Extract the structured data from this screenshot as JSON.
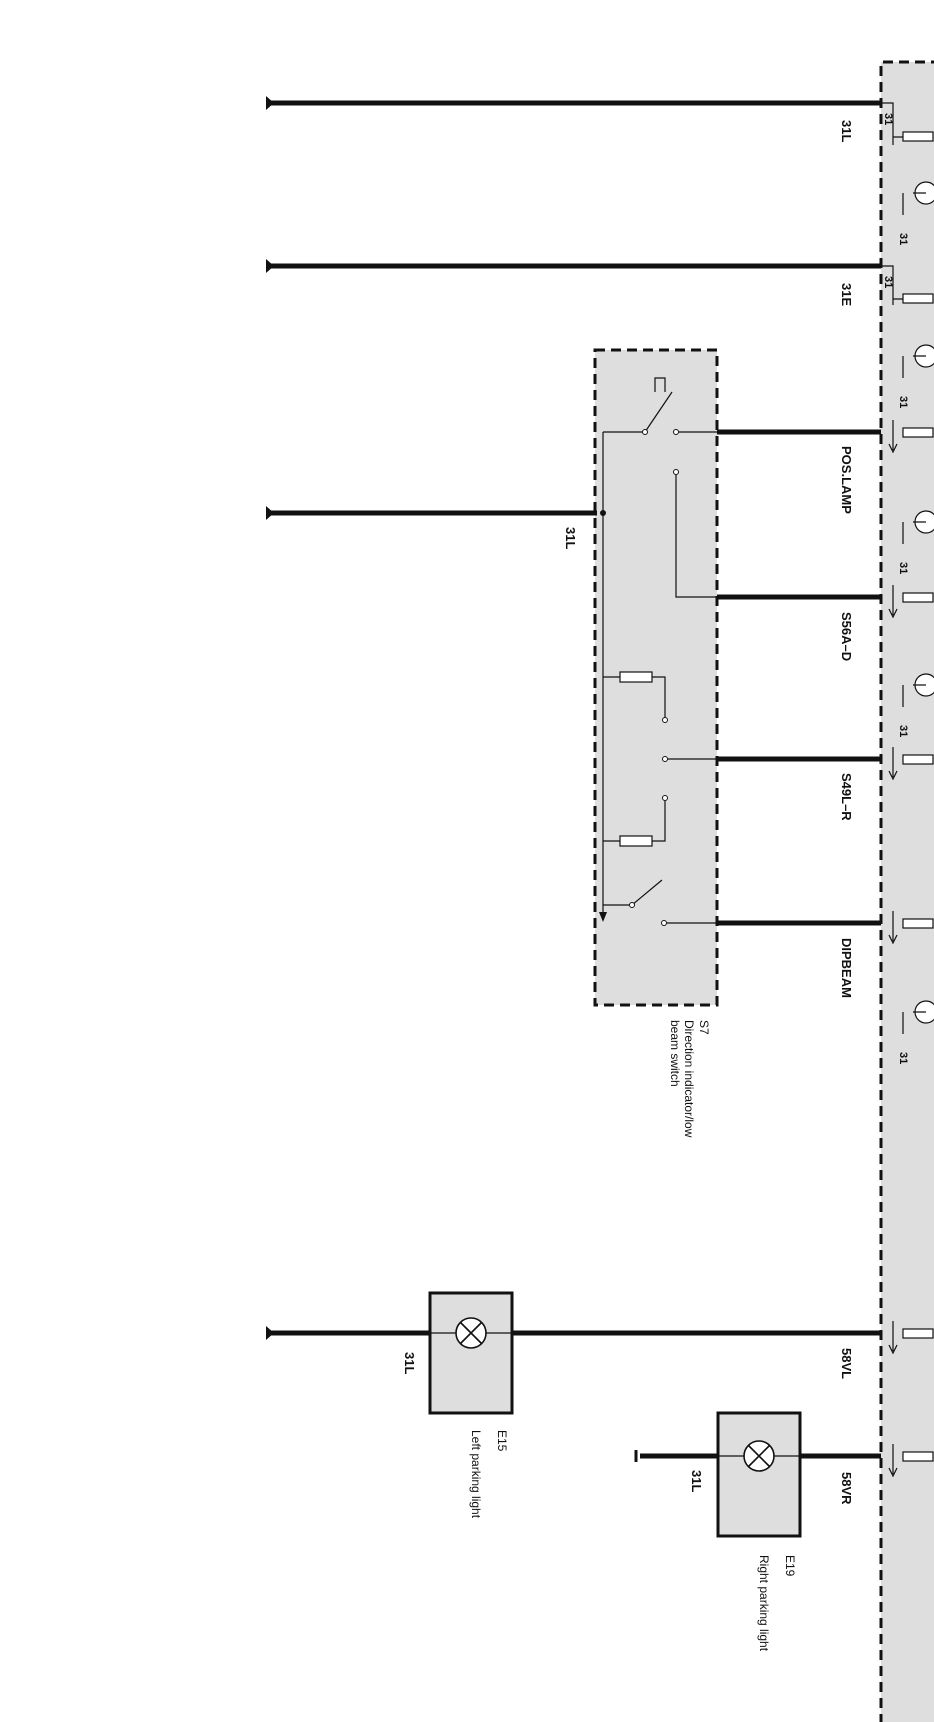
{
  "wire_labels": {
    "w1": "31L",
    "w2": "31E",
    "w3": "POS.LAMP",
    "w4": "31L",
    "w5": "S56A–D",
    "w6": "S49L–R",
    "w7": "DIPBEAM",
    "w8": "31L",
    "w9": "58VL",
    "w10": "31L",
    "w11": "58VR"
  },
  "pin_label": "31",
  "switch": {
    "id": "S7",
    "name_line1": "Direction indicator/low",
    "name_line2": "beam switch"
  },
  "left_lamp": {
    "id": "E15",
    "name": "Left parking light"
  },
  "right_lamp": {
    "id": "E19",
    "name": "Right parking light"
  },
  "colors": {
    "panel": "#dedede",
    "ink": "#111111"
  }
}
